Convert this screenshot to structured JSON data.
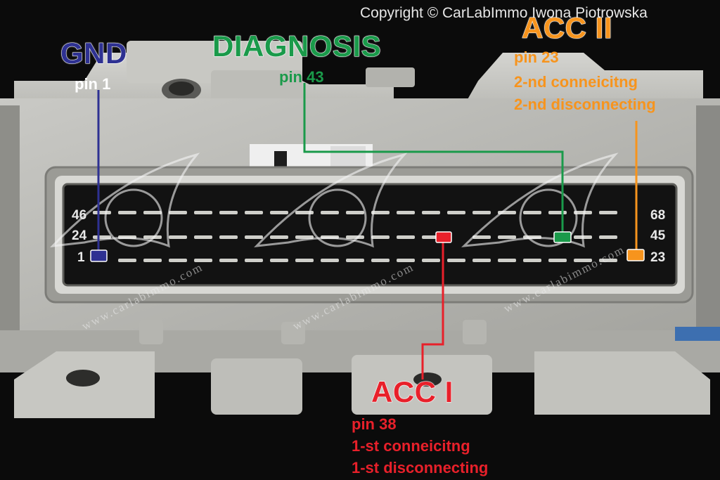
{
  "copyright": "Copyright © CarLabImmo Iwona Piotrowska",
  "watermark": {
    "url": "www.carlabimmo.com"
  },
  "pin_row_numbers": {
    "left_top": "46",
    "left_mid": "24",
    "left_bottom": "1",
    "right_top": "68",
    "right_mid": "45",
    "right_bottom": "23"
  },
  "colors": {
    "gnd": "#2e3192",
    "diagnosis": "#1a9a4a",
    "acc1": "#e8202a",
    "acc2": "#f7941d"
  },
  "labels": {
    "gnd": {
      "title": "GND",
      "pin": "pin 1"
    },
    "diagnosis": {
      "title": "DIAGNOSIS",
      "pin": "pin 43"
    },
    "acc2": {
      "title": "ACC II",
      "pin": "pin 23",
      "line1": "2-nd conneicitng",
      "line2": "2-nd disconnecting"
    },
    "acc1": {
      "title": "ACC I",
      "pin": "pin 38",
      "line1": "1-st conneicitng",
      "line2": "1-st disconnecting"
    }
  }
}
